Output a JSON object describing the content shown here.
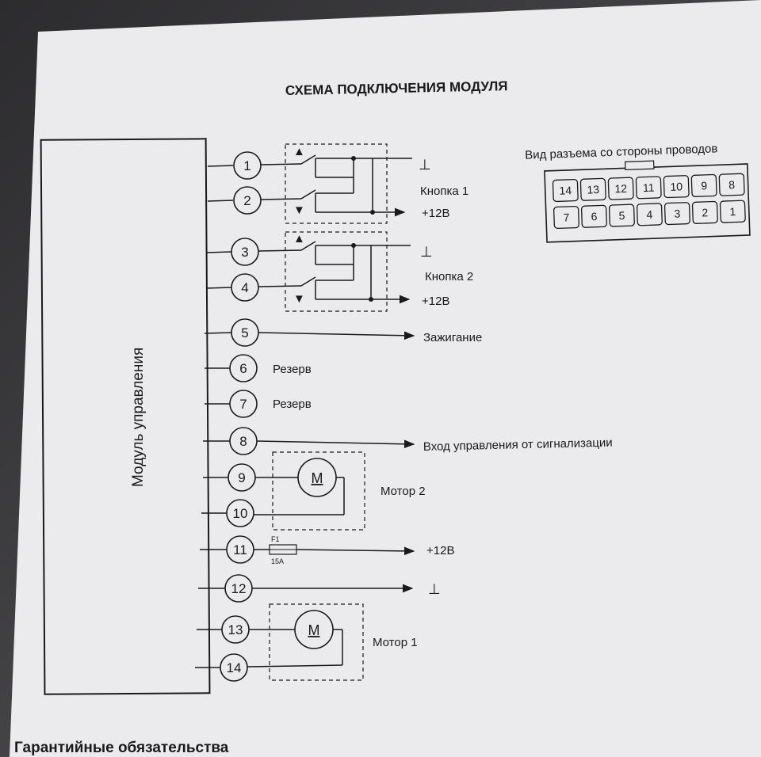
{
  "title": "СХЕМА ПОДКЛЮЧЕНИЯ МОДУЛЯ",
  "module_label": "Модуль управления",
  "pins": [
    "1",
    "2",
    "3",
    "4",
    "5",
    "6",
    "7",
    "8",
    "9",
    "10",
    "11",
    "12",
    "13",
    "14"
  ],
  "labels": {
    "button1": "Кнопка 1",
    "button2": "Кнопка 2",
    "plus12_a": "+12В",
    "plus12_b": "+12В",
    "plus12_c": "+12В",
    "ignition": "Зажигание",
    "reserve6": "Резерв",
    "reserve7": "Резерв",
    "alarm_input": "Вход управления от сигнализации",
    "motor2": "Мотор 2",
    "motor1": "Мотор 1",
    "motor_symbol_2": "M",
    "motor_symbol_1": "M",
    "fuse_name": "F1",
    "fuse_rating": "15A",
    "ground_a": "⊥",
    "ground_b": "⊥",
    "ground_c": "⊥",
    "up_arrow_1": "▲",
    "down_arrow_1": "▼",
    "up_arrow_2": "▲",
    "down_arrow_2": "▼"
  },
  "connector": {
    "caption": "Вид разъема со стороны проводов",
    "top_row": [
      "14",
      "13",
      "12",
      "11",
      "10",
      "9",
      "8"
    ],
    "bottom_row": [
      "7",
      "6",
      "5",
      "4",
      "3",
      "2",
      "1"
    ]
  },
  "footer": "Гарантийные обязательства",
  "colors": {
    "paper": "#ebebee",
    "ink": "#1a1a1a",
    "background": "#3b3a3c"
  }
}
